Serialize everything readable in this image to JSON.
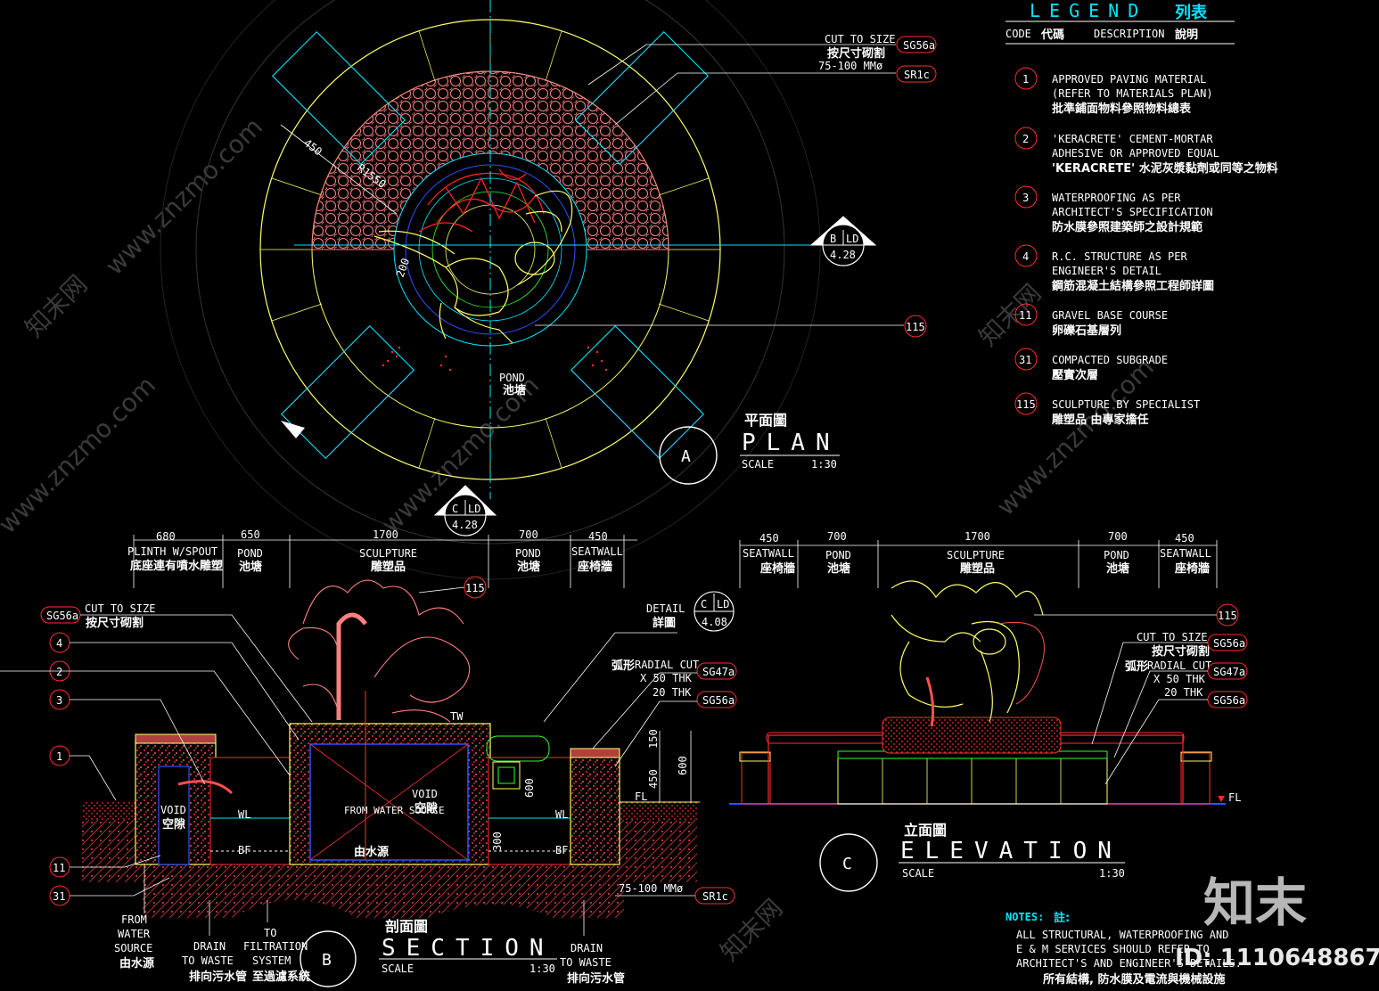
{
  "legend": {
    "title": "LEGEND",
    "title_cn": "列表",
    "header_code": "CODE",
    "header_code_cn": "代碼",
    "header_desc": "DESCRIPTION",
    "header_desc_cn": "說明",
    "items": [
      {
        "code": "1",
        "l1": "APPROVED PAVING MATERIAL",
        "l2": "(REFER TO MATERIALS PLAN)",
        "l3": "批準鋪面物料參照物料總表"
      },
      {
        "code": "2",
        "l1": "'KERACRETE' CEMENT-MORTAR",
        "l2": "ADHESIVE OR APPROVED EQUAL",
        "l3": "'KERACRETE'  水泥灰漿黏劑或同等之物料"
      },
      {
        "code": "3",
        "l1": "WATERPROOFING AS PER",
        "l2": "ARCHITECT'S SPECIFICATION",
        "l3": "防水膜參照建築師之設計規範"
      },
      {
        "code": "4",
        "l1": "R.C. STRUCTURE AS PER",
        "l2": "ENGINEER'S DETAIL",
        "l3": "鋼筋混凝土結構參照工程師詳圖"
      },
      {
        "code": "11",
        "l1": "GRAVEL BASE COURSE",
        "l2": "卵礫石基層列",
        "l3": ""
      },
      {
        "code": "31",
        "l1": "COMPACTED SUBGRADE",
        "l2": "壓實次層",
        "l3": ""
      },
      {
        "code": "115",
        "l1": "SCULPTURE BY SPECIALIST",
        "l2": "雕塑品 由專家擔任",
        "l3": ""
      }
    ]
  },
  "plan": {
    "cut_to_size": "CUT TO SIZE",
    "cut_to_size_cn": "按尺寸砌割",
    "size_note": "75-100 MMø",
    "tag_sg56a": "SG56a",
    "tag_sr1c": "SR1c",
    "dim_450": "450",
    "dim_r1550": "R1550",
    "dim_200": "200",
    "tag_115": "115",
    "pond": "POND",
    "pond_cn": "池塘",
    "section_b_letter": "B",
    "section_b_ld": "LD",
    "section_b_sheet": "4.28",
    "section_c_letter": "C",
    "section_c_ld": "LD",
    "section_c_sheet": "4.28",
    "title_cn": "平面圖",
    "title": "PLAN",
    "scale_label": "SCALE",
    "scale": "1:30",
    "circle_letter": "A"
  },
  "section": {
    "dims": [
      "680",
      "650",
      "1700",
      "700",
      "450"
    ],
    "zones": [
      {
        "en": "PLINTH W/SPOUT",
        "cn": "底座連有噴水雕塑"
      },
      {
        "en": "POND",
        "cn": "池塘"
      },
      {
        "en": "SCULPTURE",
        "cn": "雕塑品"
      },
      {
        "en": "POND",
        "cn": "池塘"
      },
      {
        "en": "SEATWALL",
        "cn": "座椅牆"
      }
    ],
    "tag_115": "115",
    "cut_to_size": "CUT TO SIZE",
    "cut_to_size_cn": "按尺寸砌割",
    "tag_sg56a": "SG56a",
    "callouts": [
      "4",
      "2",
      "3",
      "1",
      "11",
      "31"
    ],
    "detail": "DETAIL",
    "detail_cn": "詳圖",
    "detail_c": "C",
    "detail_ld": "LD",
    "detail_sheet": "4.08",
    "radial_cut_cn": "弧形",
    "radial_cut": "RADIAL CUT",
    "x50": "X 50 THK",
    "thk20": "20 THK",
    "tag_sg47a": "SG47a",
    "tag_sg56a_2": "SG56a",
    "tw": "TW",
    "dim_150": "150",
    "dim_450": "450",
    "dim_600": "600",
    "dim_600b": "600",
    "dim_300": "300",
    "fl": "FL",
    "wl1": "WL",
    "wl2": "WL",
    "bf1": "BF",
    "bf2": "BF",
    "void1": "VOID",
    "void1_cn": "空隙",
    "void2": "VOID",
    "void2_cn": "空隙",
    "from_water_source": "FROM WATER SOURCE",
    "from_water_source_cn": "由水源",
    "size_note": "75-100 MMø",
    "tag_sr1c": "SR1c",
    "bottom_from": "FROM",
    "bottom_water": "WATER",
    "bottom_source": "SOURCE",
    "bottom_source_cn": "由水源",
    "drain1_a": "DRAIN",
    "drain1_b": "TO WASTE",
    "drain1_cn": "排向污水管",
    "filt_a": "TO",
    "filt_b": "FILTRATION",
    "filt_c": "SYSTEM",
    "filt_cn": "至過濾系統",
    "drain2_a": "DRAIN",
    "drain2_b": "TO WASTE",
    "drain2_cn": "排向污水管",
    "title_cn": "剖面圖",
    "title": "SECTION",
    "scale_label": "SCALE",
    "scale": "1:30",
    "circle_letter": "B"
  },
  "elevation": {
    "dims": [
      "450",
      "700",
      "1700",
      "700",
      "450"
    ],
    "zones": [
      {
        "en": "SEATWALL",
        "cn": "座椅牆"
      },
      {
        "en": "POND",
        "cn": "池塘"
      },
      {
        "en": "SCULPTURE",
        "cn": "雕塑品"
      },
      {
        "en": "POND",
        "cn": "池塘"
      },
      {
        "en": "SEATWALL",
        "cn": "座椅牆"
      }
    ],
    "tag_115": "115",
    "cut_to_size": "CUT TO SIZE",
    "cut_to_size_cn": "按尺寸砌割",
    "tag_sg56a": "SG56a",
    "radial_cut_cn": "弧形",
    "radial_cut": "RADIAL CUT",
    "x50": "X 50 THK",
    "thk20": "20 THK",
    "tag_sg47a": "SG47a",
    "tag_sg56a_2": "SG56a",
    "fl": "FL",
    "title_cn": "立面圖",
    "title": "ELEVATION",
    "scale_label": "SCALE",
    "scale": "1:30",
    "circle_letter": "C"
  },
  "notes": {
    "label": "NOTES:",
    "label_cn": "註:",
    "l1": "ALL STRUCTURAL, WATERPROOFING AND",
    "l2": "E & M SERVICES SHOULD REFER TO",
    "l3": "ARCHITECT'S AND ENGINEER'S DETAILS.",
    "l4": "所有結構, 防水膜及電流與機械設施"
  },
  "watermark": {
    "brand_cn": "知末",
    "id": "ID: 1110648867",
    "site": "www.znzmo.com",
    "site_cn": "知末网"
  },
  "colors": {
    "cyan": "#00e5ff",
    "yellow": "#ffff66",
    "red": "#ff2b2b",
    "pink": "#ff8080",
    "blue": "#3050ff",
    "green": "#2bff2b",
    "white": "#ffffff"
  }
}
